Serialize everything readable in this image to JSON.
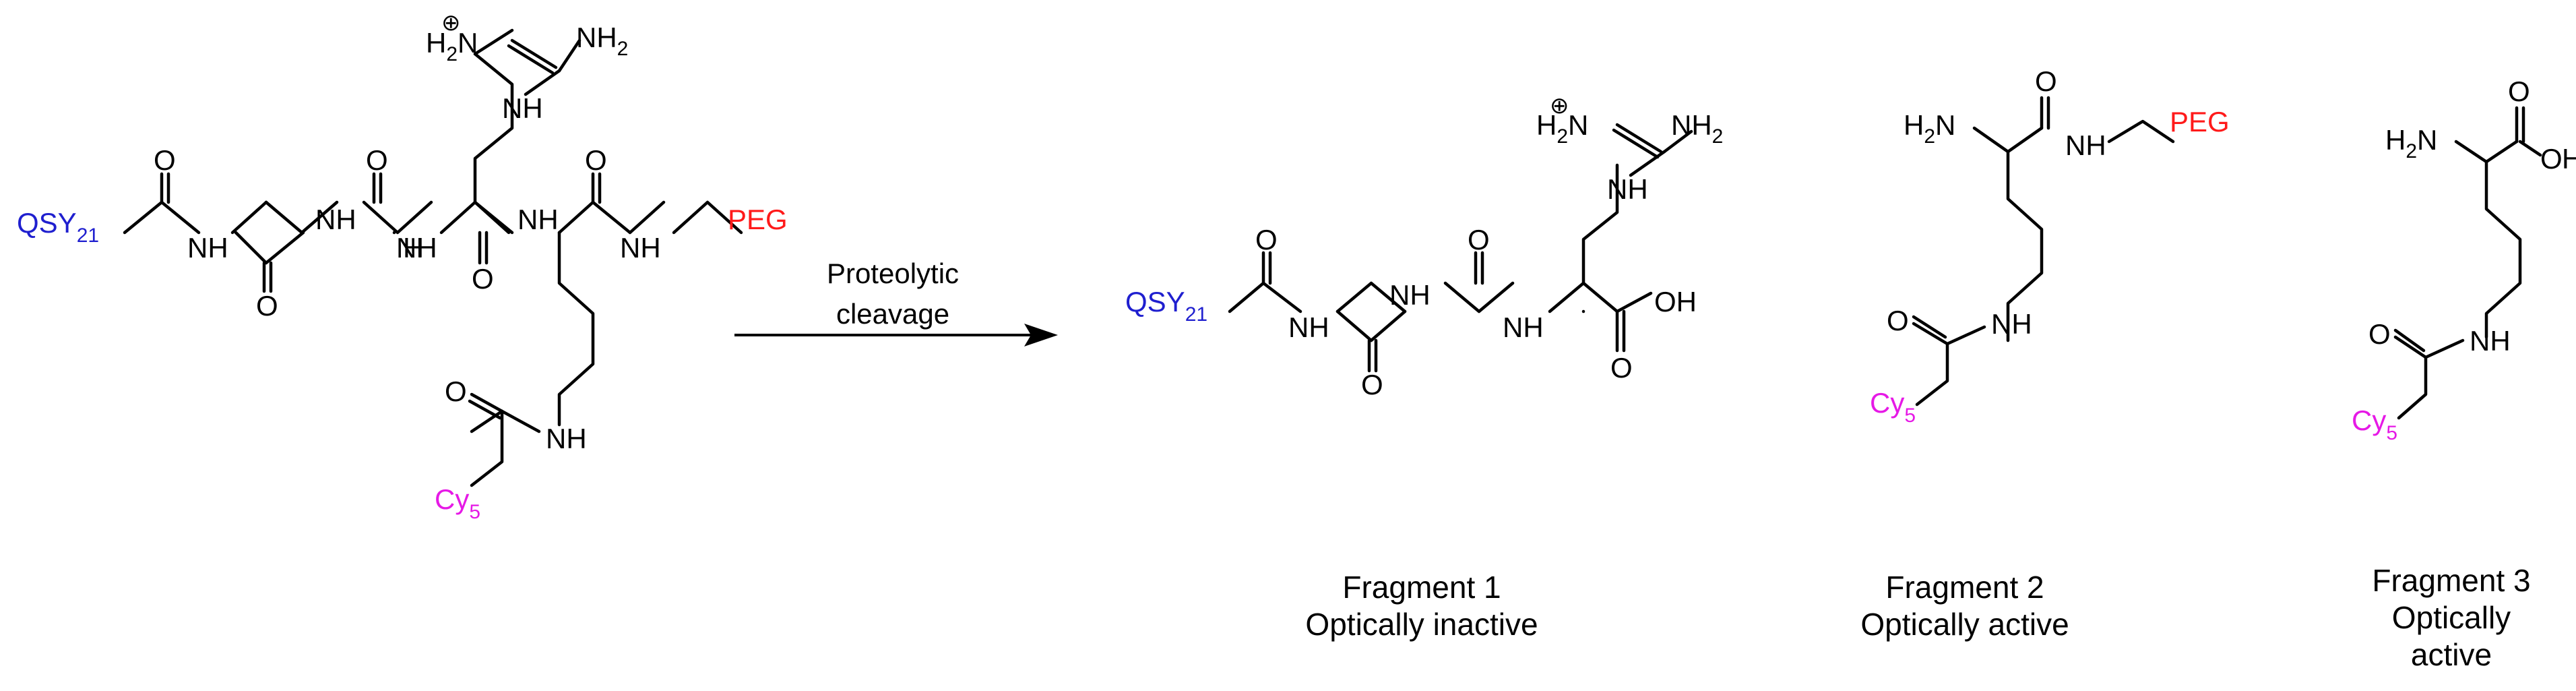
{
  "colors": {
    "qsy": "#1f1fcf",
    "peg": "#ff1a1a",
    "cy": "#e619e6",
    "ink": "#000000"
  },
  "reaction": {
    "arrow_label_line1": "Proteolytic",
    "arrow_label_line2": "cleavage"
  },
  "labels": {
    "qsy_base": "QSY",
    "qsy_sub": "21",
    "peg": "PEG",
    "cy_base": "Cy",
    "cy_sub": "5",
    "nh": "NH",
    "n": "N",
    "h": "H",
    "o": "O",
    "oh": "OH",
    "o_h": "O",
    "nh2": "NH",
    "two": "2",
    "h2n_base": "H",
    "h2n_tail": "N",
    "h2n_plus": "⊕",
    "h2n_left": "H"
  },
  "captions": {
    "fragment1": {
      "title": "Fragment 1",
      "line2": "Optically inactive"
    },
    "fragment2": {
      "title": "Fragment 2",
      "line2": "Optically active"
    },
    "fragment3": {
      "title": "Fragment 3",
      "line2": "Optically",
      "line3": "active"
    }
  }
}
